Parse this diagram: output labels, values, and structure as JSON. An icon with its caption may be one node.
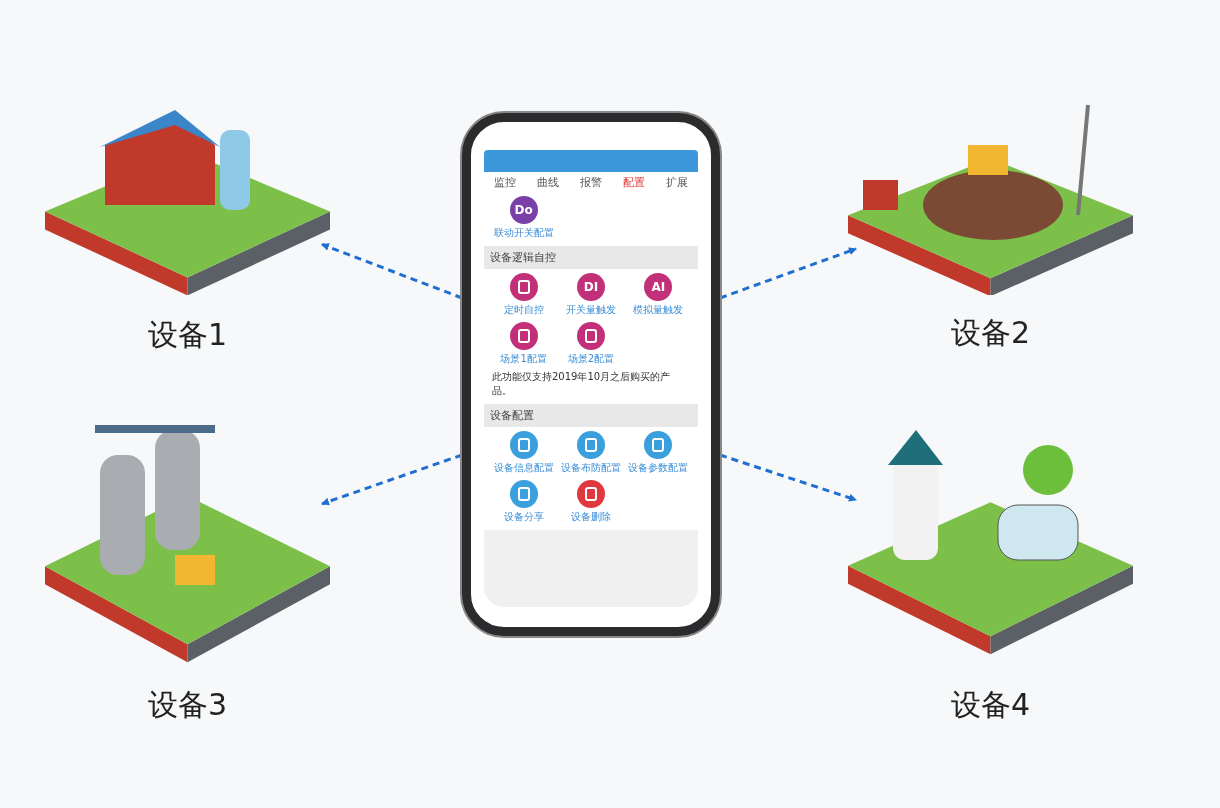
{
  "diagram": {
    "nodes": [
      {
        "text": [
          "设备1"
        ]
      },
      {
        "text": [
          "设备2"
        ]
      },
      {
        "text": [
          "设备3"
        ]
      },
      {
        "text": [
          "设备4"
        ]
      },
      {
        "text": [],
        "shape": "phone"
      }
    ],
    "edges": [
      {
        "from": 4,
        "to": 0,
        "arrow": "to",
        "style": "dashed"
      },
      {
        "from": 4,
        "to": 1,
        "arrow": "to",
        "style": "dashed"
      },
      {
        "from": 4,
        "to": 2,
        "arrow": "to",
        "style": "dashed"
      },
      {
        "from": 4,
        "to": 3,
        "arrow": "to",
        "style": "dashed"
      }
    ],
    "labels": [
      "监控",
      "曲线",
      "报警",
      "配置",
      "扩展",
      "Do",
      "联动开关配置",
      "设备逻辑自控",
      "定时自控",
      "DI",
      "开关量触发",
      "AI",
      "模拟量触发",
      "场景1配置",
      "场景2配置",
      "此功能仅支持2019年10月之后购买的产品。",
      "设备配置",
      "设备信息配置",
      "设备布防配置",
      "设备参数配置",
      "设备分享",
      "设备删除"
    ]
  }
}
